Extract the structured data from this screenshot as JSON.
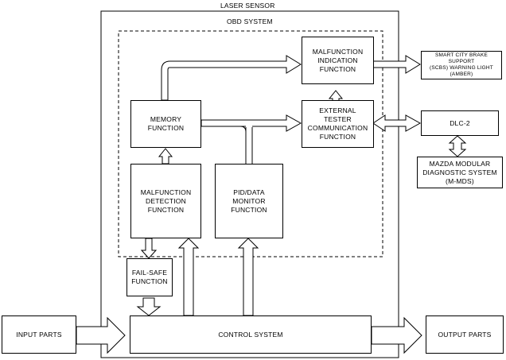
{
  "outer_label": "LASER SENSOR",
  "obd_label": "OBD SYSTEM",
  "blocks": {
    "malfunction_indication": "MALFUNCTION\nINDICATION\nFUNCTION",
    "memory": "MEMORY\nFUNCTION",
    "external_tester": "EXTERNAL\nTESTER\nCOMMUNICATION\nFUNCTION",
    "malfunction_detection": "MALFUNCTION\nDETECTION\nFUNCTION",
    "pid_data_monitor": "PID/DATA\nMONITOR\nFUNCTION",
    "fail_safe": "FAIL-SAFE\nFUNCTION",
    "control_system": "CONTROL SYSTEM",
    "input_parts": "INPUT PARTS",
    "output_parts": "OUTPUT PARTS",
    "scbs_warning": "SMART CITY BRAKE SUPPORT\n(SCBS) WARNING LIGHT\n(AMBER)",
    "dlc2": "DLC-2",
    "m_mds": "MAZDA MODULAR\nDIAGNOSTIC SYSTEM\n(M-MDS)"
  }
}
